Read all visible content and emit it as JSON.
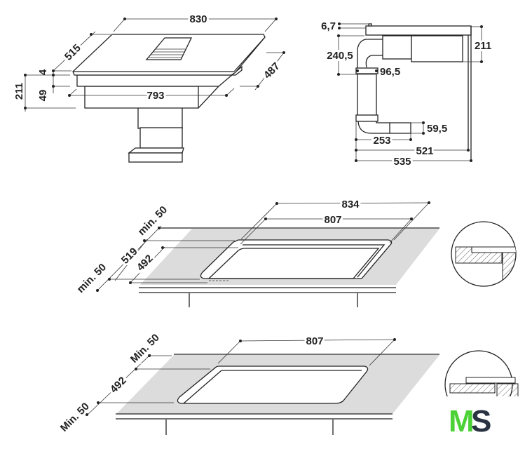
{
  "top_view": {
    "width_830": "830",
    "depth_515": "515",
    "depth_487": "487",
    "glass_4": "4",
    "body_49": "49",
    "height_211": "211",
    "body_width_793": "793"
  },
  "side_view": {
    "glass_6_7": "6,7",
    "duct_240_5": "240,5",
    "duct_96_5": "96,5",
    "height_211": "211",
    "outlet_59_5": "59,5",
    "outlet_253": "253",
    "depth_521": "521",
    "depth_535": "535"
  },
  "flush_install": {
    "outer_834": "834",
    "cutout_807": "807",
    "min_back": "min. 50",
    "outer_519": "519",
    "cutout_492": "492",
    "min_front": "min. 50"
  },
  "top_install": {
    "cutout_807": "807",
    "min_back": "Min. 50",
    "cutout_492": "492",
    "min_front": "Min. 50"
  },
  "logo": {
    "text_m": "M",
    "text_s": "S",
    "color_m": "#4cd137",
    "color_s": "#2a3342"
  }
}
